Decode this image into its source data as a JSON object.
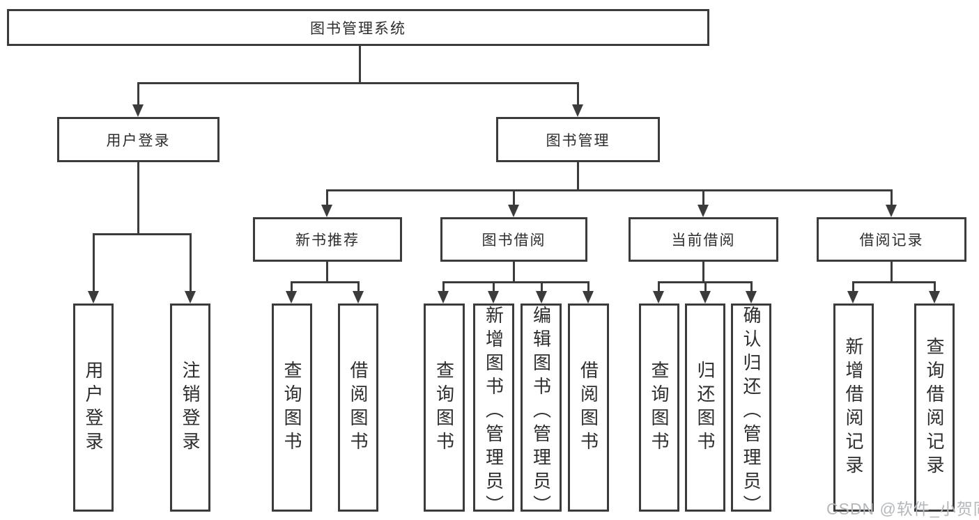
{
  "tree": {
    "label": "图书管理系统",
    "children": [
      {
        "label": "用户登录",
        "children": [
          {
            "label": "用户登录"
          },
          {
            "label": "注销登录"
          }
        ]
      },
      {
        "label": "图书管理",
        "children": [
          {
            "label": "新书推荐",
            "children": [
              {
                "label": "查询图书"
              },
              {
                "label": "借阅图书"
              }
            ]
          },
          {
            "label": "图书借阅",
            "children": [
              {
                "label": "查询图书"
              },
              {
                "label": "新增图书（管理员）"
              },
              {
                "label": "编辑图书（管理员）"
              },
              {
                "label": "借阅图书"
              }
            ]
          },
          {
            "label": "当前借阅",
            "children": [
              {
                "label": "查询图书"
              },
              {
                "label": "归还图书"
              },
              {
                "label": "确认归还（管理员）"
              }
            ]
          },
          {
            "label": "借阅记录",
            "children": [
              {
                "label": "新增借阅记录"
              },
              {
                "label": "查询借阅记录"
              }
            ]
          }
        ]
      }
    ]
  },
  "watermark": {
    "text": "CSDN @软件_小贺同学"
  },
  "colors": {
    "line": "#3b3b3b",
    "text": "#2d2d2d",
    "watermark": "#b4b8bb",
    "background": "#ffffff"
  }
}
